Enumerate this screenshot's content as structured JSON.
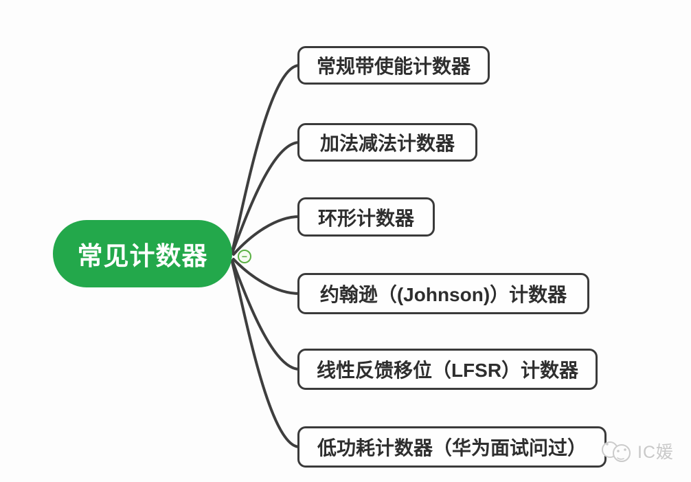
{
  "diagram": {
    "type": "mindmap",
    "root": {
      "label": "常见计数器"
    },
    "children": [
      {
        "label": "常规带使能计数器"
      },
      {
        "label": "加法减法计数器"
      },
      {
        "label": "环形计数器"
      },
      {
        "label": "约翰逊（(Johnson)）计数器"
      },
      {
        "label": "线性反馈移位（LFSR）计数器"
      },
      {
        "label": "低功耗计数器（华为面试问过）"
      }
    ],
    "collapse_button": {
      "state": "expanded",
      "glyph": "−"
    },
    "colors": {
      "root_fill": "#23a84b",
      "root_text": "#ffffff",
      "branch_line": "#3e3e3e",
      "node_border": "#3a3a3a",
      "node_text": "#2e2e2e",
      "collapse_ring": "#5ab043",
      "watermark": "#c9c9c9"
    }
  },
  "watermark": {
    "label": "IC媛",
    "icon": "chat-faces-icon"
  }
}
